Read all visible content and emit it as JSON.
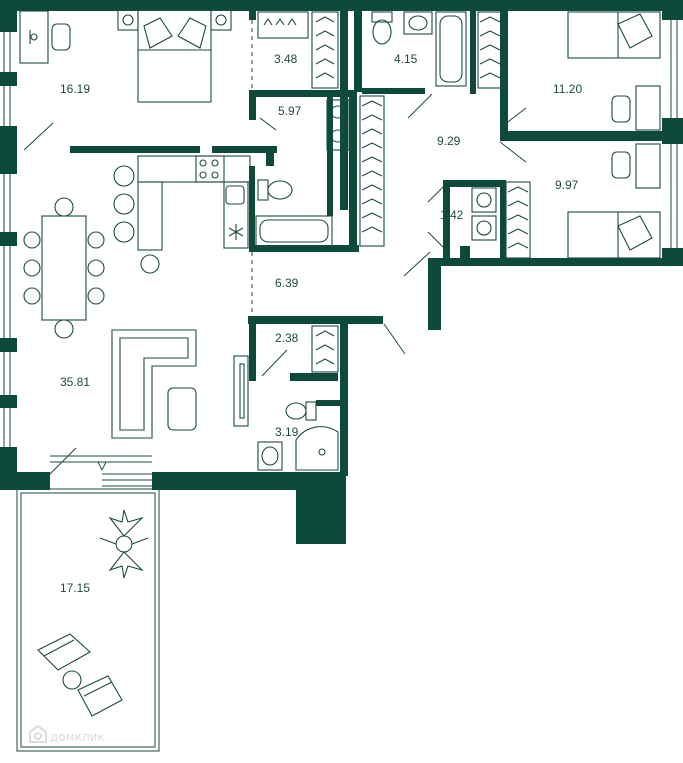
{
  "plan": {
    "accent_color": "#0e4a3b",
    "line_color": "#1e4a40",
    "rooms": [
      {
        "id": "bedroom-master",
        "area": "16.19"
      },
      {
        "id": "dressing-1",
        "area": "3.48"
      },
      {
        "id": "bathroom-1",
        "area": "4.15"
      },
      {
        "id": "bedroom-2",
        "area": "11.20"
      },
      {
        "id": "bathroom-2",
        "area": "5.97"
      },
      {
        "id": "hall",
        "area": "9.29"
      },
      {
        "id": "bedroom-3",
        "area": "9.97"
      },
      {
        "id": "laundry",
        "area": "1.42"
      },
      {
        "id": "corridor",
        "area": "6.39"
      },
      {
        "id": "living-kitchen",
        "area": "35.81"
      },
      {
        "id": "closet",
        "area": "2.38"
      },
      {
        "id": "bathroom-3",
        "area": "3.19"
      },
      {
        "id": "terrace",
        "area": "17.15"
      }
    ],
    "watermark": "домклик",
    "watermark_icon": "domclick-logo-icon"
  }
}
